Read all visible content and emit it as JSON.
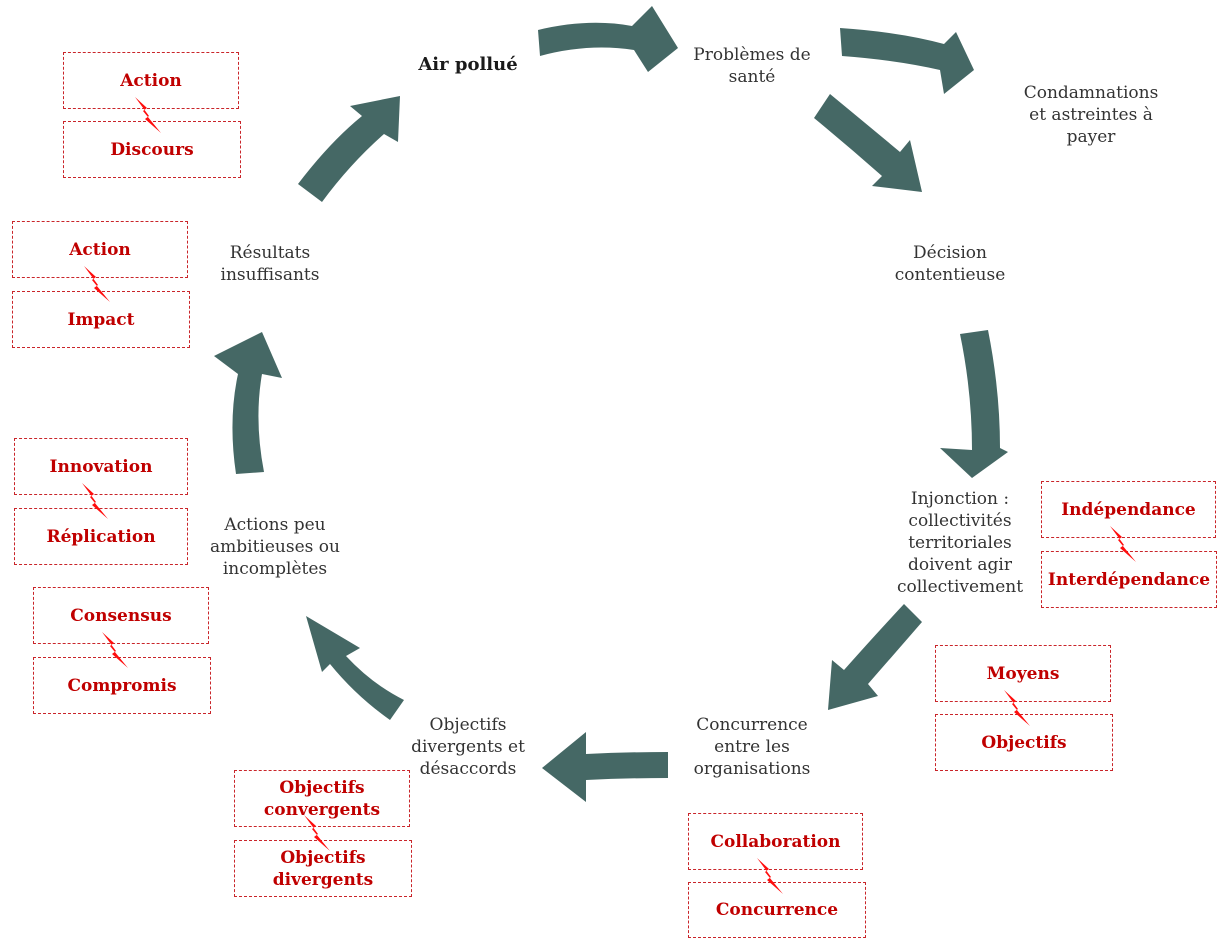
{
  "colors": {
    "arrow": "#456865",
    "tension_text": "#c00000",
    "tension_border": "#c9252a",
    "bolt": "#ff0d0d"
  },
  "icons": {
    "cycle_arrow": "thick-curved-arrow",
    "tension": "lightning-bolt-icon"
  },
  "cycle": {
    "air": "Air pollué",
    "sante": "Problèmes de\nsanté",
    "condamnations": "Condamnations\net astreintes à\npayer",
    "decision": "Décision\ncontentieuse",
    "injonction": "Injonction :\ncollectivités\nterritoriales\ndoivent agir\ncollectivement",
    "concurrence": "Concurrence\nentre les\norganisations",
    "objectifs": "Objectifs\ndivergents et\ndésaccords",
    "actions": "Actions peu\nambitieuses ou\nincomplètes",
    "resultats": "Résultats\ninsuffisants"
  },
  "tensions": {
    "action_discours": {
      "top": "Action",
      "bottom": "Discours"
    },
    "action_impact": {
      "top": "Action",
      "bottom": "Impact"
    },
    "innovation_replication": {
      "top": "Innovation",
      "bottom": "Réplication"
    },
    "consensus_compromis": {
      "top": "Consensus",
      "bottom": "Compromis"
    },
    "objectifs": {
      "top": "Objectifs\nconvergents",
      "bottom": "Objectifs\ndivergents"
    },
    "collaboration_concurrence": {
      "top": "Collaboration",
      "bottom": "Concurrence"
    },
    "moyens_objectifs": {
      "top": "Moyens",
      "bottom": "Objectifs"
    },
    "independance_interdependance": {
      "top": "Indépendance",
      "bottom": "Interdépendance"
    }
  }
}
